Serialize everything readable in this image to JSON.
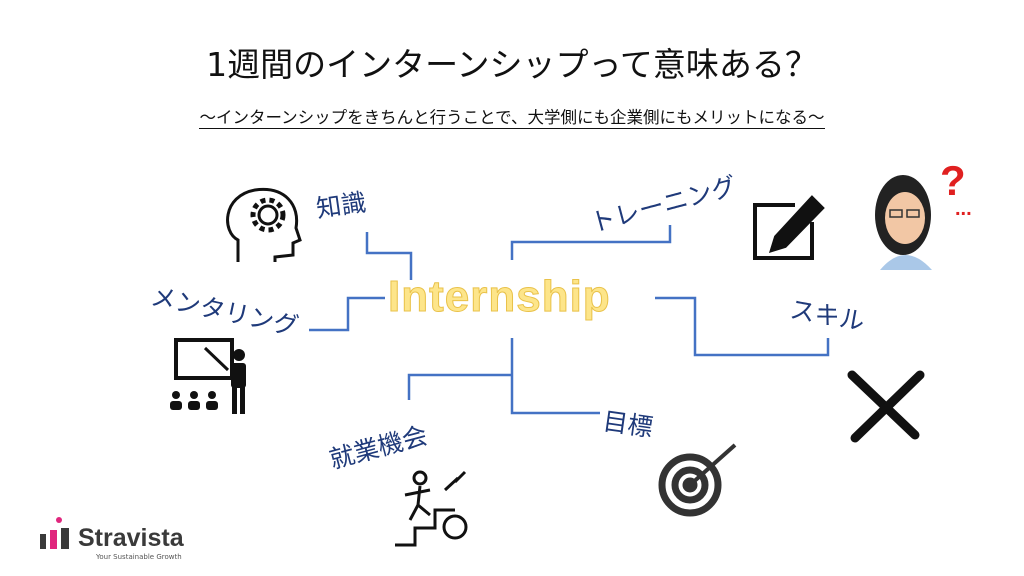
{
  "title": "1週間のインターンシップって意味ある？",
  "subtitle": "～インターンシップをきちんと行うことで、大学側にも企業側にもメリットになる～",
  "center": "Internship",
  "branches": {
    "knowledge": "知識",
    "training": "トレーニング",
    "mentoring": "メンタリング",
    "skill": "スキル",
    "employment": "就業機会",
    "goal": "目標"
  },
  "logo": {
    "name": "Stravista",
    "tagline": "Your Sustainable Growth"
  },
  "colors": {
    "line": "#4472C4",
    "label": "#1f3a7a",
    "center": "#fde58a",
    "brand": "#e0267d"
  }
}
